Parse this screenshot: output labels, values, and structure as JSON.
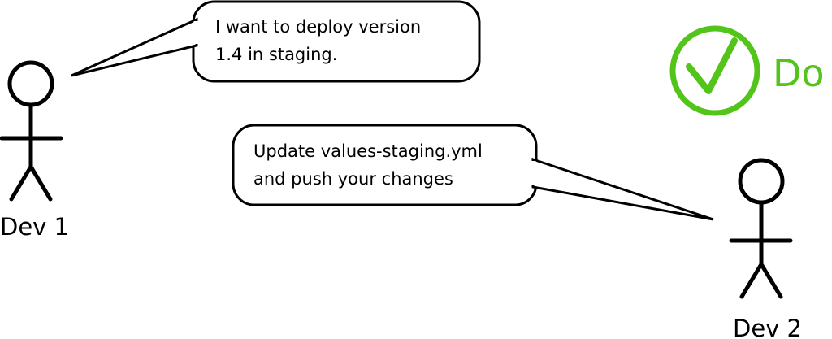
{
  "people": [
    {
      "label": "Dev 1"
    },
    {
      "label": "Dev 2"
    }
  ],
  "bubbles": [
    {
      "lines": [
        "I want to deploy version",
        "1.4 in staging."
      ]
    },
    {
      "lines": [
        "Update values-staging.yml",
        "and push your changes"
      ]
    }
  ],
  "verdict": {
    "label": "Do",
    "icon": "check-circle-icon",
    "color": "#52c41a"
  }
}
